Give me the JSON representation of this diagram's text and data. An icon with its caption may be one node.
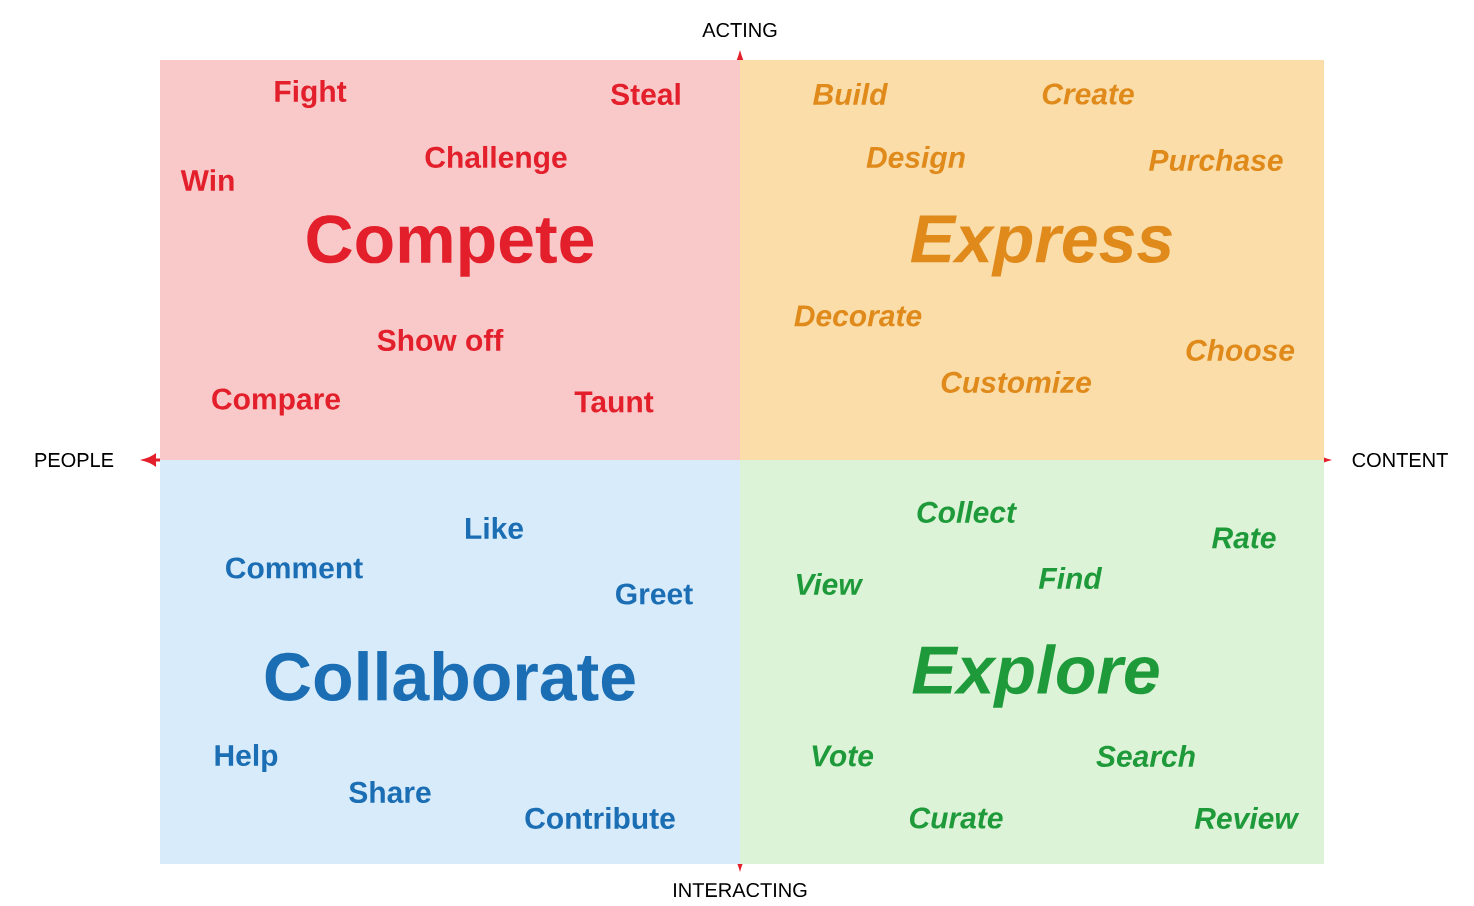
{
  "diagram": {
    "nodes": [
      {
        "text": [
          "Compete",
          "Fight",
          "Steal",
          "Challenge",
          "Win",
          "Show off",
          "Compare",
          "Taunt"
        ]
      },
      {
        "text": [
          "Express",
          "Build",
          "Create",
          "Design",
          "Purchase",
          "Decorate",
          "Choose",
          "Customize"
        ]
      },
      {
        "text": [
          "Collaborate",
          "Like",
          "Comment",
          "Greet",
          "Help",
          "Share",
          "Contribute"
        ]
      },
      {
        "text": [
          "Explore",
          "Collect",
          "Rate",
          "View",
          "Find",
          "Vote",
          "Search",
          "Curate",
          "Review"
        ]
      }
    ],
    "labels": [
      "ACTING",
      "PEOPLE",
      "CONTENT",
      "INTERACTING"
    ]
  }
}
